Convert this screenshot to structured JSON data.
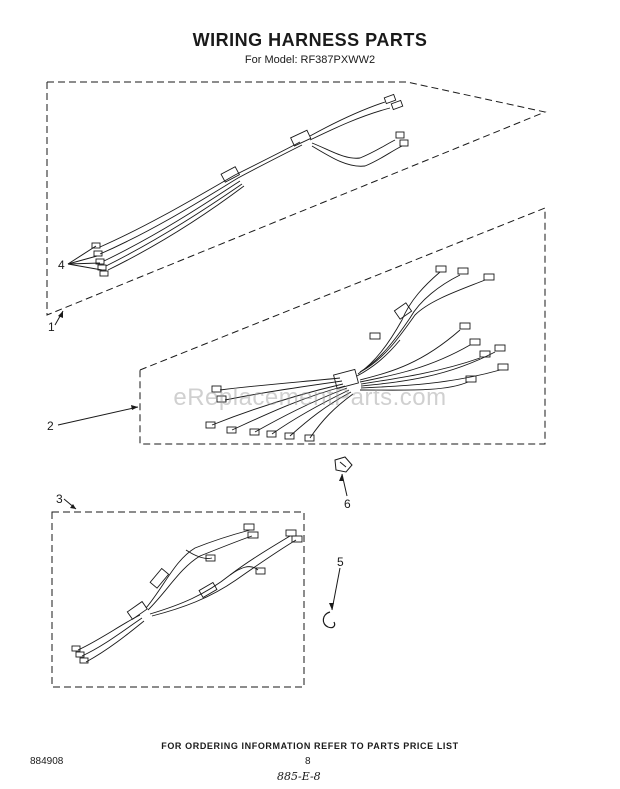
{
  "header": {
    "title": "WIRING HARNESS PARTS",
    "model_label": "For Model:",
    "model_number": "RF387PXWW2"
  },
  "callouts": {
    "c1": "1",
    "c2": "2",
    "c3": "3",
    "c4": "4",
    "c5": "5",
    "c6": "6"
  },
  "watermark": "eReplacementParts.com",
  "footer": {
    "ordering_note": "FOR ORDERING INFORMATION REFER TO PARTS PRICE LIST",
    "part_number": "884908",
    "page_number": "8",
    "handwritten_note": "885-E-8"
  },
  "colors": {
    "ink": "#1a1a1a",
    "watermark": "#969696"
  }
}
